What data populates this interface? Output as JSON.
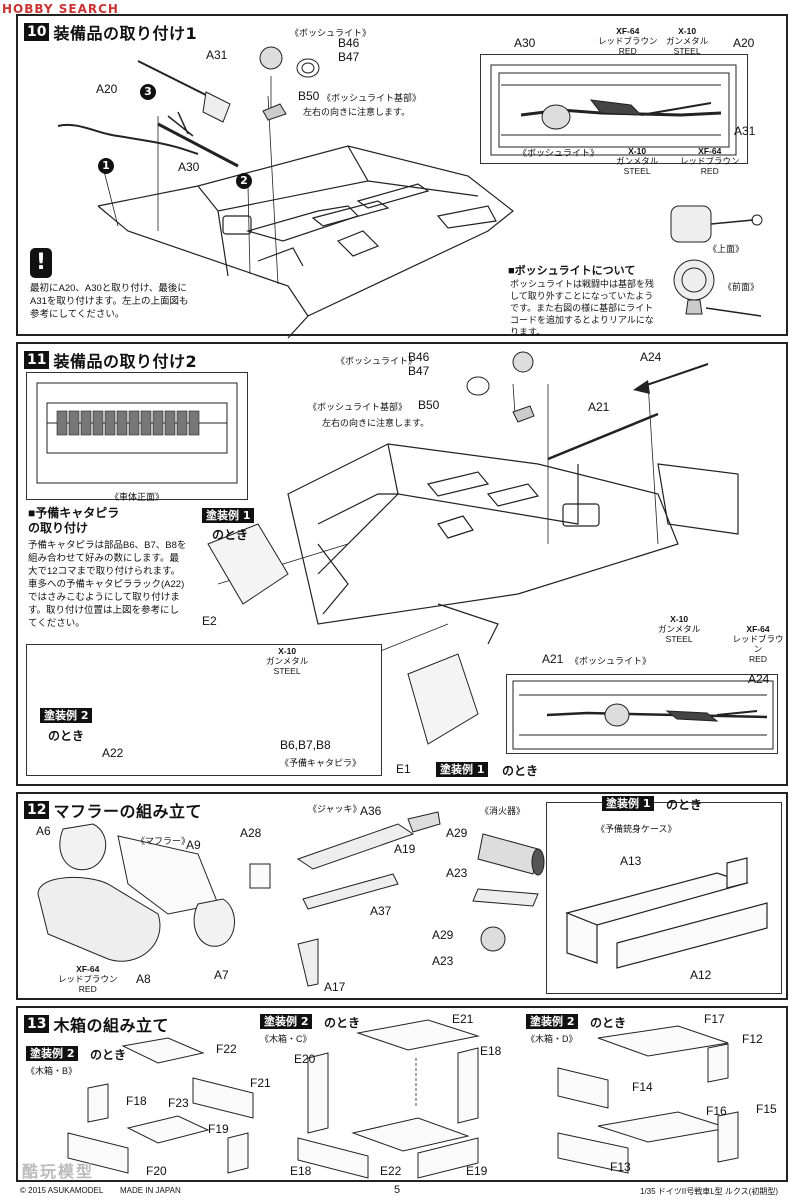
{
  "header": {
    "watermark": "HOBBY SEARCH"
  },
  "sec10": {
    "num": "10",
    "title": "装備品の取り付け1",
    "labels": {
      "a31": "A31",
      "a20": "A20",
      "a30": "A30",
      "b46": "B46",
      "b47": "B47",
      "b50": "B50",
      "bosch": "《ボッシュライト》",
      "bosch_base": "《ボッシュライト基部》",
      "dir_note": "左右の向きに注意します。"
    },
    "steps": [
      "1",
      "2",
      "3"
    ],
    "warning": "最初にA20、A30と取り付け、最後にA31を取り付けます。左上の上面図も参考にしてください。",
    "inset_labels": {
      "a30": "A30",
      "a20": "A20",
      "a31": "A31",
      "bosch": "《ボッシュライト》"
    },
    "paints": [
      {
        "code": "XF-64",
        "jp": "レッドブラウン",
        "en": "RED"
      },
      {
        "code": "X-10",
        "jp": "ガンメタル",
        "en": "STEEL"
      },
      {
        "code": "X-10",
        "jp": "ガンメタル",
        "en": "STEEL"
      },
      {
        "code": "XF-64",
        "jp": "レッドブラウン",
        "en": "RED"
      }
    ],
    "top_view": "《上面》",
    "front_view": "《前面》",
    "about_title": "■ボッシュライトについて",
    "about_text": "ボッシュライトは戦闘中は基部を残して取り外すことになっていたようです。また右図の様に基部にライトコードを追加するとよりリアルになります。"
  },
  "sec11": {
    "num": "11",
    "title": "装備品の取り付け2",
    "labels": {
      "b46": "B46",
      "b47": "B47",
      "b50": "B50",
      "a24": "A24",
      "a21": "A21",
      "a22": "A22",
      "e1": "E1",
      "e2": "E2",
      "b678": "B6,B7,B8",
      "bosch": "《ボッシュライト》",
      "bosch_base": "《ボッシュライト基部》",
      "dir_note": "左右の向きに注意します。",
      "spare_tracks": "《予備キャタピラ》",
      "front_view": "《車体正面》"
    },
    "spare_title": "■予備キャタピラ\nの取り付け",
    "spare_text": "予備キャタピラは部品B6、B7、B8を組み合わせて好みの数にします。最大で12コマまで取り付けられます。車多への予備キャタピララック(A22)ではさみこむようにして取り付けます。取り付け位置は上図を参考にしてください。",
    "scheme1": "塗装例 1",
    "scheme1_tail": "のとき",
    "scheme2": "塗装例 2",
    "scheme2_tail": "のとき",
    "paint_steel": {
      "code": "X-10",
      "jp": "ガンメタル",
      "en": "STEEL"
    },
    "inset": {
      "a21": "A21",
      "bosch": "《ボッシュライト》",
      "a24": "A24",
      "p1": {
        "code": "X-10",
        "jp": "ガンメタル",
        "en": "STEEL"
      },
      "p2": {
        "code": "XF-64",
        "jp": "レッドブラウン",
        "en": "RED"
      }
    }
  },
  "sec12": {
    "num": "12",
    "title": "マフラーの組み立て",
    "labels": {
      "a6": "A6",
      "a9": "A9",
      "a8": "A8",
      "a7": "A7",
      "a28": "A28",
      "a36": "A36",
      "a19": "A19",
      "a37": "A37",
      "a17": "A17",
      "a29": "A29",
      "a23": "A23",
      "a29b": "A29",
      "a23b": "A23",
      "a13": "A13",
      "a12": "A12"
    },
    "muffler": "《マフラー》",
    "jack": "《ジャッキ》",
    "extinguisher": "《消火器》",
    "paint": {
      "code": "XF-64",
      "jp": "レッドブラウン",
      "en": "RED"
    },
    "scheme1": "塗装例 1",
    "scheme1_tail": "のとき",
    "barrel_case": "《予備銃身ケース》"
  },
  "sec13": {
    "num": "13",
    "title": "木箱の組み立て",
    "scheme2": "塗装例 2",
    "scheme2_tail": "のとき",
    "box_b": "《木箱・B》",
    "box_c": "《木箱・C》",
    "box_d": "《木箱・D》",
    "labels": {
      "f22": "F22",
      "f21": "F21",
      "f18": "F18",
      "f23": "F23",
      "f19": "F19",
      "f20": "F20",
      "e21": "E21",
      "e20": "E20",
      "e18": "E18",
      "e18b": "E18",
      "e22": "E22",
      "e19": "E19",
      "f17": "F17",
      "f12": "F12",
      "f14": "F14",
      "f16": "F16",
      "f15": "F15",
      "f13": "F13"
    }
  },
  "footer": {
    "copyright": "© 2015 ASUKAMODEL",
    "made": "MADE IN JAPAN",
    "page": "5",
    "product": "1/35 ドイツII号戦車L型 ルクス(初期型)",
    "watermark2": "酷玩模型"
  }
}
